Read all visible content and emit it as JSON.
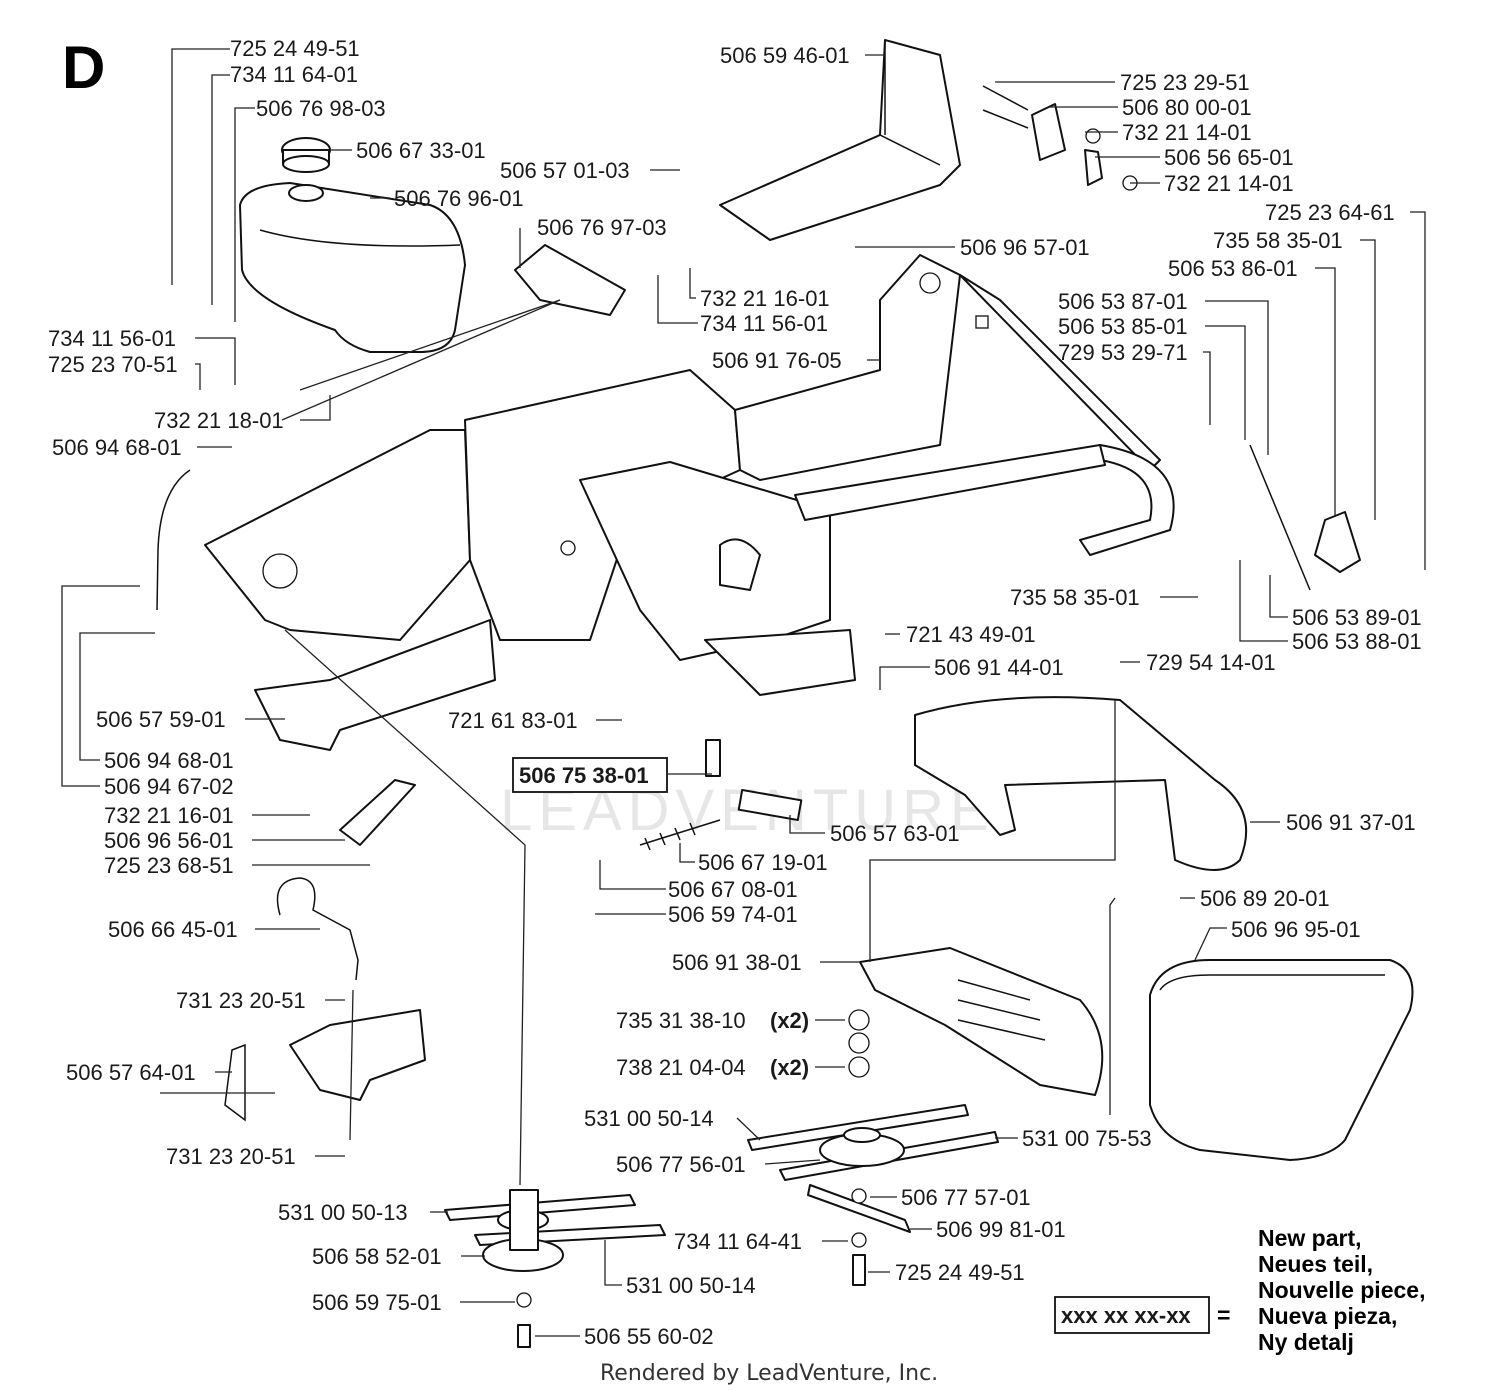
{
  "section_letter": "D",
  "watermark": "LEADVENTURE",
  "credit": "Rendered by LeadVenture, Inc.",
  "legend": {
    "box_label": "xxx xx xx-xx",
    "equals": "=",
    "lines": [
      "New part,",
      "Neues teil,",
      "Nouvelle piece,",
      "Nueva pieza,",
      "Ny detalj"
    ]
  },
  "callouts": [
    {
      "id": "c1",
      "part": "725 24 49-51"
    },
    {
      "id": "c2",
      "part": "734 11 64-01"
    },
    {
      "id": "c3",
      "part": "506 76 98-03"
    },
    {
      "id": "c4",
      "part": "506 67 33-01"
    },
    {
      "id": "c5",
      "part": "506 76 96-01"
    },
    {
      "id": "c6",
      "part": "506 59 46-01"
    },
    {
      "id": "c7",
      "part": "506 57 01-03"
    },
    {
      "id": "c8",
      "part": "725 23 29-51"
    },
    {
      "id": "c9",
      "part": "506 80 00-01"
    },
    {
      "id": "c10",
      "part": "732 21 14-01"
    },
    {
      "id": "c11",
      "part": "506 56 65-01"
    },
    {
      "id": "c12",
      "part": "732 21 14-01"
    },
    {
      "id": "c13",
      "part": "725 23 64-61"
    },
    {
      "id": "c14",
      "part": "506 76 97-03"
    },
    {
      "id": "c15",
      "part": "506 96 57-01"
    },
    {
      "id": "c16",
      "part": "735 58 35-01"
    },
    {
      "id": "c17",
      "part": "506 53 86-01"
    },
    {
      "id": "c18",
      "part": "732 21 16-01"
    },
    {
      "id": "c19",
      "part": "734 11 56-01"
    },
    {
      "id": "c20",
      "part": "506 53 87-01"
    },
    {
      "id": "c21",
      "part": "506 53 85-01"
    },
    {
      "id": "c22",
      "part": "734 11 56-01"
    },
    {
      "id": "c23",
      "part": "506 91 76-05"
    },
    {
      "id": "c24",
      "part": "729 53 29-71"
    },
    {
      "id": "c25",
      "part": "725 23 70-51"
    },
    {
      "id": "c26",
      "part": "732 21 18-01"
    },
    {
      "id": "c27",
      "part": "506 94 68-01"
    },
    {
      "id": "c28",
      "part": "735 58 35-01"
    },
    {
      "id": "c29",
      "part": "506 53 89-01"
    },
    {
      "id": "c30",
      "part": "721 43 49-01"
    },
    {
      "id": "c31",
      "part": "506 53 88-01"
    },
    {
      "id": "c32",
      "part": "729 54 14-01"
    },
    {
      "id": "c33",
      "part": "506 91 44-01"
    },
    {
      "id": "c34",
      "part": "506 57 59-01"
    },
    {
      "id": "c35",
      "part": "721 61 83-01"
    },
    {
      "id": "c36",
      "part": "506 94 68-01"
    },
    {
      "id": "c37",
      "part": "506 75 38-01",
      "new_part": true
    },
    {
      "id": "c38",
      "part": "506 94 67-02"
    },
    {
      "id": "c39",
      "part": "732 21 16-01"
    },
    {
      "id": "c40",
      "part": "506 91 37-01"
    },
    {
      "id": "c41",
      "part": "506 96 56-01"
    },
    {
      "id": "c42",
      "part": "506 57 63-01"
    },
    {
      "id": "c43",
      "part": "725 23 68-51"
    },
    {
      "id": "c44",
      "part": "506 67 19-01"
    },
    {
      "id": "c45",
      "part": "506 67 08-01"
    },
    {
      "id": "c46",
      "part": "506 89 20-01"
    },
    {
      "id": "c47",
      "part": "506 59 74-01"
    },
    {
      "id": "c48",
      "part": "506 66 45-01"
    },
    {
      "id": "c49",
      "part": "506 96 95-01"
    },
    {
      "id": "c50",
      "part": "506 91 38-01"
    },
    {
      "id": "c51",
      "part": "731 23 20-51"
    },
    {
      "id": "c52",
      "part": "735 31 38-10",
      "qty": "(x2)"
    },
    {
      "id": "c53",
      "part": "506 57 64-01"
    },
    {
      "id": "c54",
      "part": "738 21 04-04",
      "qty": "(x2)"
    },
    {
      "id": "c55",
      "part": "531 00 50-14"
    },
    {
      "id": "c56",
      "part": "531 00 75-53"
    },
    {
      "id": "c57",
      "part": "731 23 20-51"
    },
    {
      "id": "c58",
      "part": "506 77 56-01"
    },
    {
      "id": "c59",
      "part": "506 77 57-01"
    },
    {
      "id": "c60",
      "part": "531 00 50-13"
    },
    {
      "id": "c61",
      "part": "506 99 81-01"
    },
    {
      "id": "c62",
      "part": "506 58 52-01"
    },
    {
      "id": "c63",
      "part": "734 11 64-41"
    },
    {
      "id": "c64",
      "part": "531 00 50-14"
    },
    {
      "id": "c65",
      "part": "725 24 49-51"
    },
    {
      "id": "c66",
      "part": "506 59 75-01"
    },
    {
      "id": "c67",
      "part": "506 55 60-02"
    }
  ]
}
